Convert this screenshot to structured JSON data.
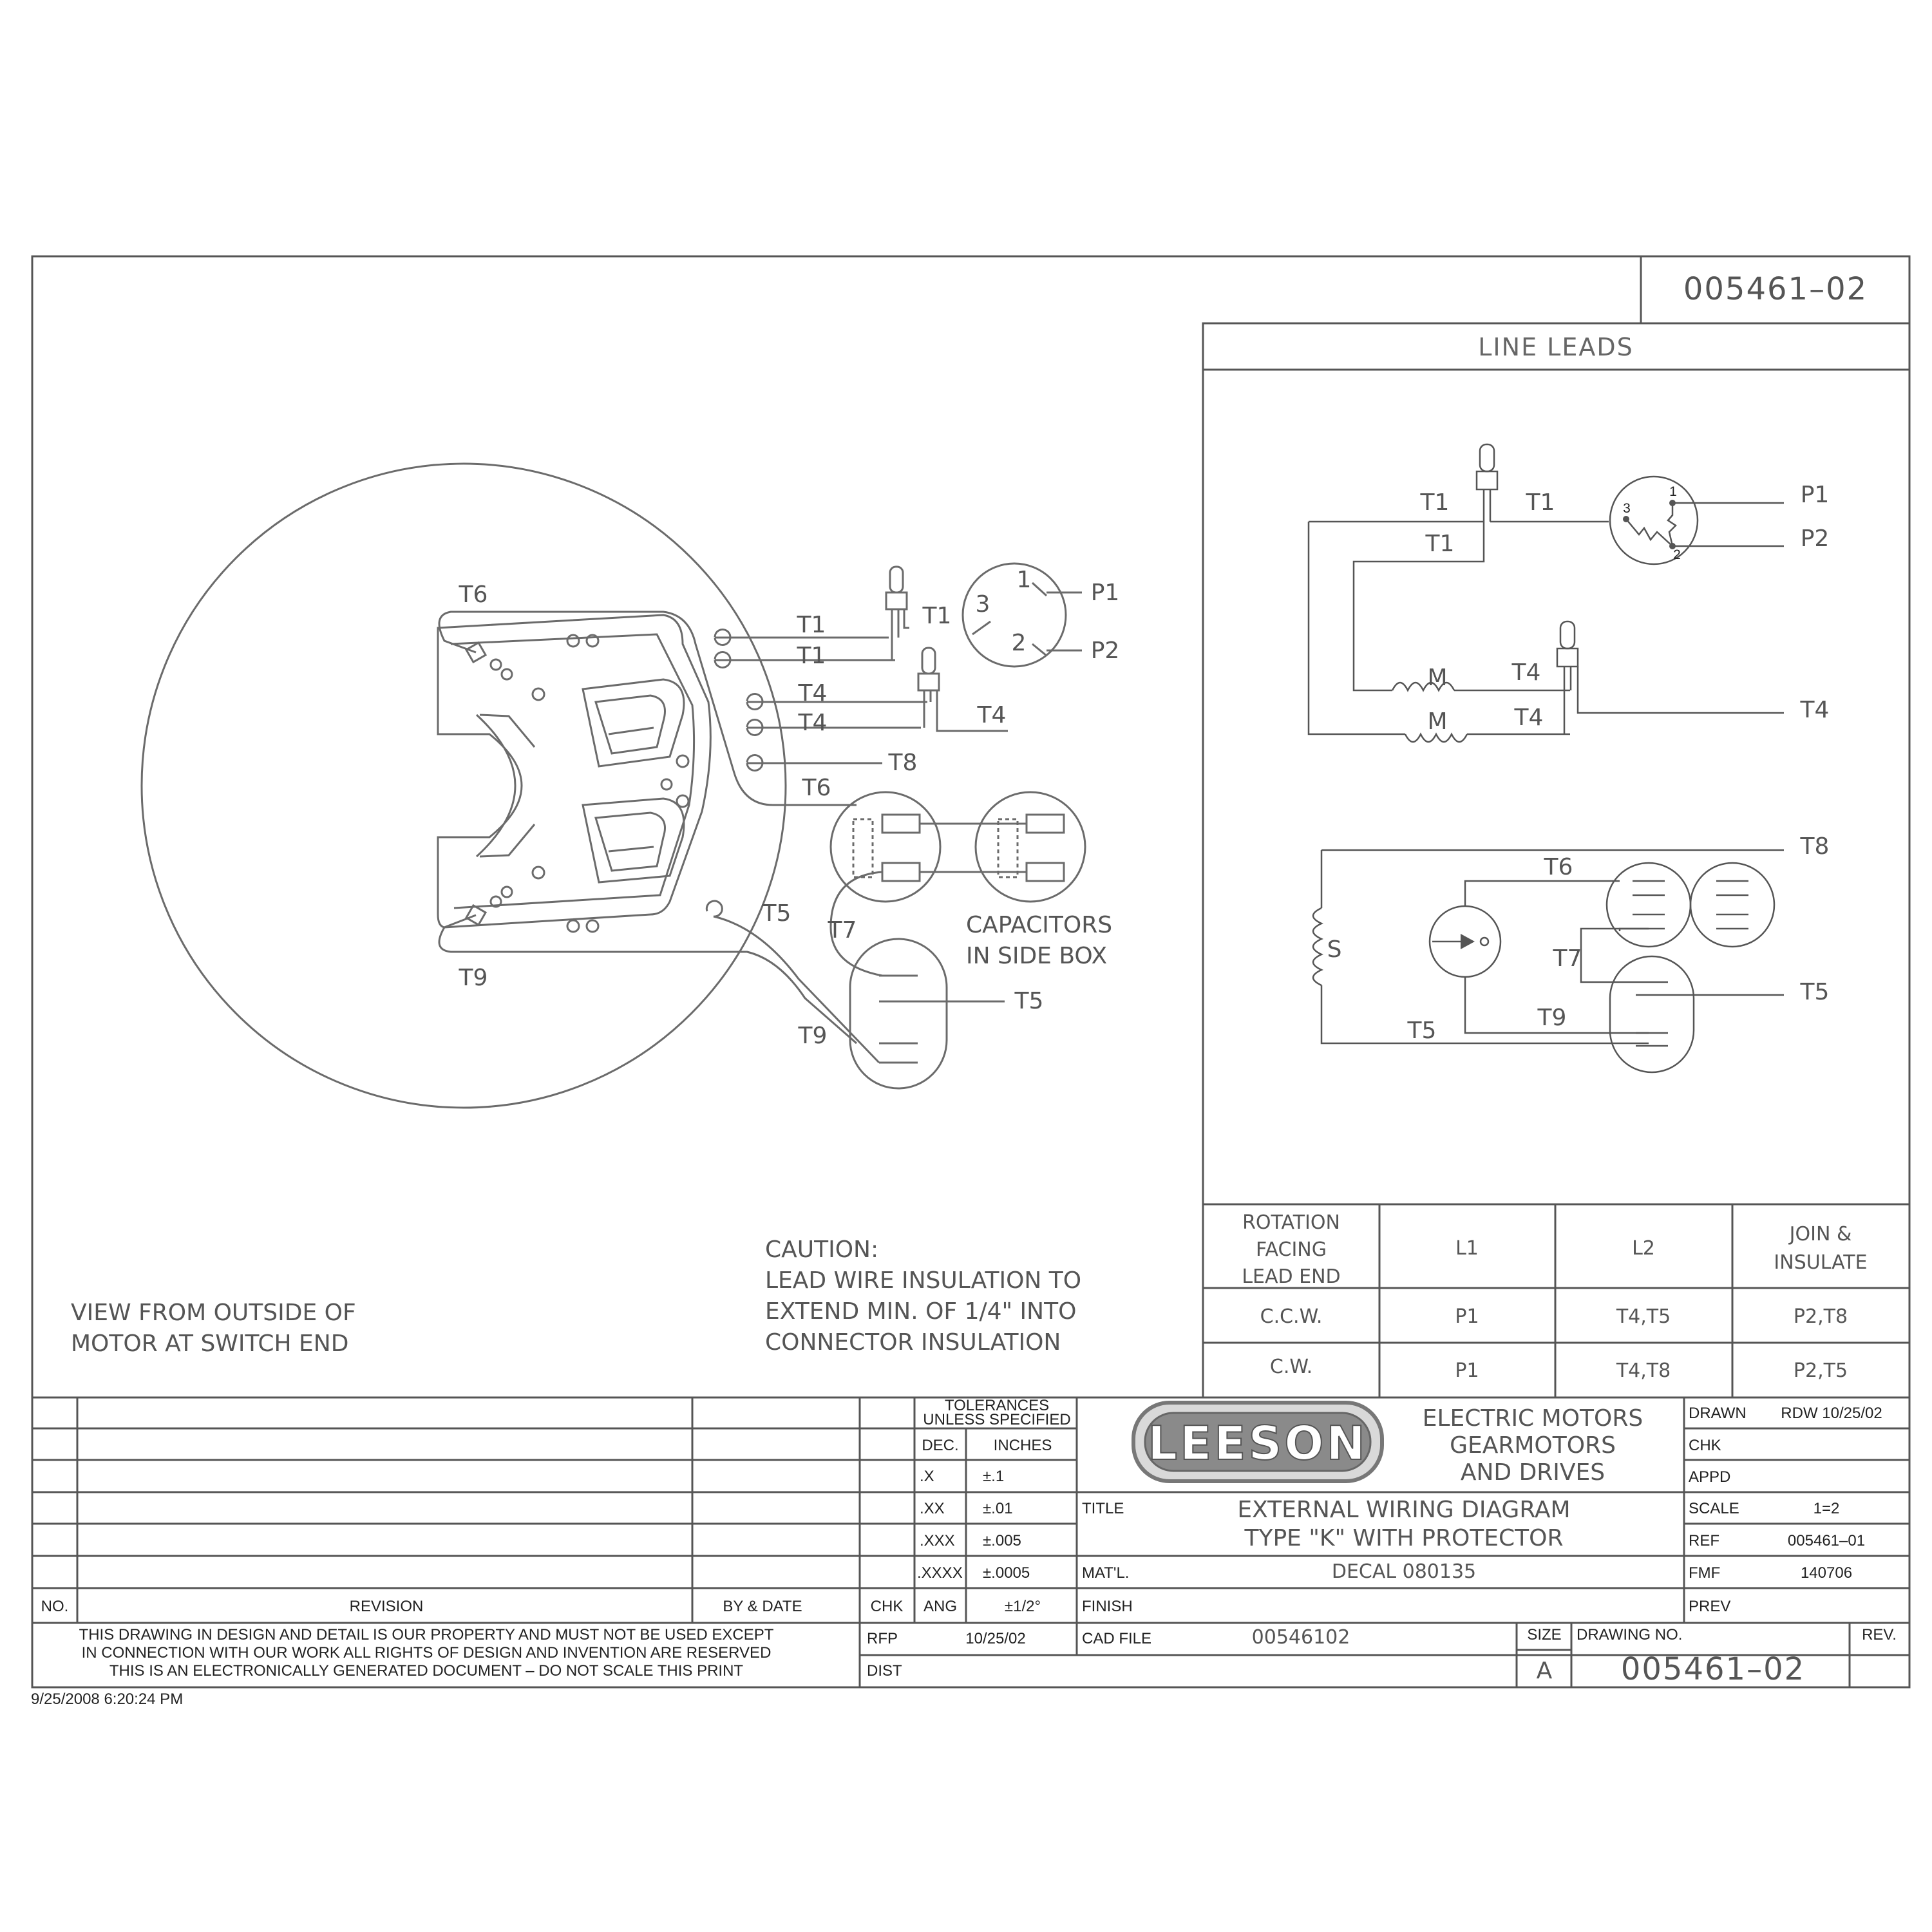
{
  "drawing_number_top": "005461–02",
  "line_leads": {
    "title": "LINE LEADS",
    "labels": {
      "t1_a": "T1",
      "t1_b": "T1",
      "t1_c": "T1",
      "p1": "P1",
      "p2": "P2",
      "m_a": "M",
      "m_b": "M",
      "t4_a": "T4",
      "t4_b": "T4",
      "t4_c": "T4",
      "t8": "T8",
      "t6": "T6",
      "s": "S",
      "t7": "T7",
      "t5_a": "T5",
      "t5_b": "T5",
      "t9": "T9",
      "prot_1": "1",
      "prot_2": "2",
      "prot_3": "3"
    }
  },
  "left_view": {
    "labels": {
      "t6_top": "T6",
      "t9_bot": "T9",
      "t1_a": "T1",
      "t1_b": "T1",
      "t1_c": "T1",
      "t4_a": "T4",
      "t4_b": "T4",
      "t4_c": "T4",
      "t8": "T8",
      "t6": "T6",
      "t7": "T7",
      "t5_a": "T5",
      "t5_b": "T5",
      "t9": "T9",
      "p1": "P1",
      "p2": "P2",
      "n1": "1",
      "n2": "2",
      "n3": "3"
    },
    "capacitors_line1": "CAPACITORS",
    "capacitors_line2": "IN SIDE BOX",
    "view_line1": "VIEW FROM OUTSIDE OF",
    "view_line2": "MOTOR AT SWITCH END",
    "caution_title": "CAUTION:",
    "caution_line1": "LEAD WIRE INSULATION TO",
    "caution_line2": "EXTEND MIN. OF 1/4\" INTO",
    "caution_line3": "CONNECTOR INSULATION"
  },
  "rotation_table": {
    "headers": [
      "ROTATION\nFACING\nLEAD END",
      "L1",
      "L2",
      "JOIN &\nINSULATE"
    ],
    "header_rotation_lines": [
      "ROTATION",
      "FACING",
      "LEAD END"
    ],
    "header_join_lines": [
      "JOIN &",
      "INSULATE"
    ],
    "rows": [
      {
        "rotation": "C.C.W.",
        "l1": "P1",
        "l2": "T4,T5",
        "join": "P2,T8"
      },
      {
        "rotation": "C.W.",
        "l1": "P1",
        "l2": "T4,T8",
        "join": "P2,T5"
      }
    ]
  },
  "title_block": {
    "tolerances_line1": "TOLERANCES",
    "tolerances_line2": "UNLESS SPECIFIED",
    "dec": "DEC.",
    "inches": "INCHES",
    "tol_rows": [
      {
        "k": ".X",
        "v": "±.1"
      },
      {
        "k": ".XX",
        "v": "±.01"
      },
      {
        "k": ".XXX",
        "v": "±.005"
      },
      {
        "k": ".XXXX",
        "v": "±.0005"
      }
    ],
    "ang": "ANG",
    "ang_val": "±1/2°",
    "no": "NO.",
    "revision": "REVISION",
    "by_date": "BY & DATE",
    "chk": "CHK",
    "logo": "LEESON",
    "company_line1": "ELECTRIC MOTORS",
    "company_line2": "GEARMOTORS",
    "company_line3": "AND DRIVES",
    "title_label": "TITLE",
    "title_line1": "EXTERNAL WIRING DIAGRAM",
    "title_line2": "TYPE \"K\" WITH PROTECTOR",
    "matl_label": "MAT'L.",
    "matl_value": "DECAL 080135",
    "finish_label": "FINISH",
    "drawn_label": "DRAWN",
    "drawn_value": "RDW 10/25/02",
    "chk_label": "CHK",
    "appd_label": "APPD",
    "scale_label": "SCALE",
    "scale_value": "1=2",
    "ref_label": "REF",
    "ref_value": "005461–01",
    "fmf_label": "FMF",
    "fmf_value": "140706",
    "prev_label": "PREV",
    "property_line1": "THIS DRAWING IN DESIGN AND DETAIL IS OUR PROPERTY AND MUST NOT BE USED EXCEPT",
    "property_line2": "IN CONNECTION WITH OUR WORK ALL RIGHTS OF DESIGN AND INVENTION ARE RESERVED",
    "property_line3": "THIS IS AN ELECTRONICALLY GENERATED DOCUMENT – DO NOT SCALE THIS PRINT",
    "rfp_label": "RFP",
    "rfp_value": "10/25/02",
    "dist_label": "DIST",
    "cad_label": "CAD FILE",
    "cad_value": "00546102",
    "size_label": "SIZE",
    "size_value": "A",
    "dwg_label": "DRAWING NO.",
    "dwg_value": "005461–02",
    "rev_label": "REV."
  },
  "timestamp": "9/25/2008 6:20:24 PM"
}
